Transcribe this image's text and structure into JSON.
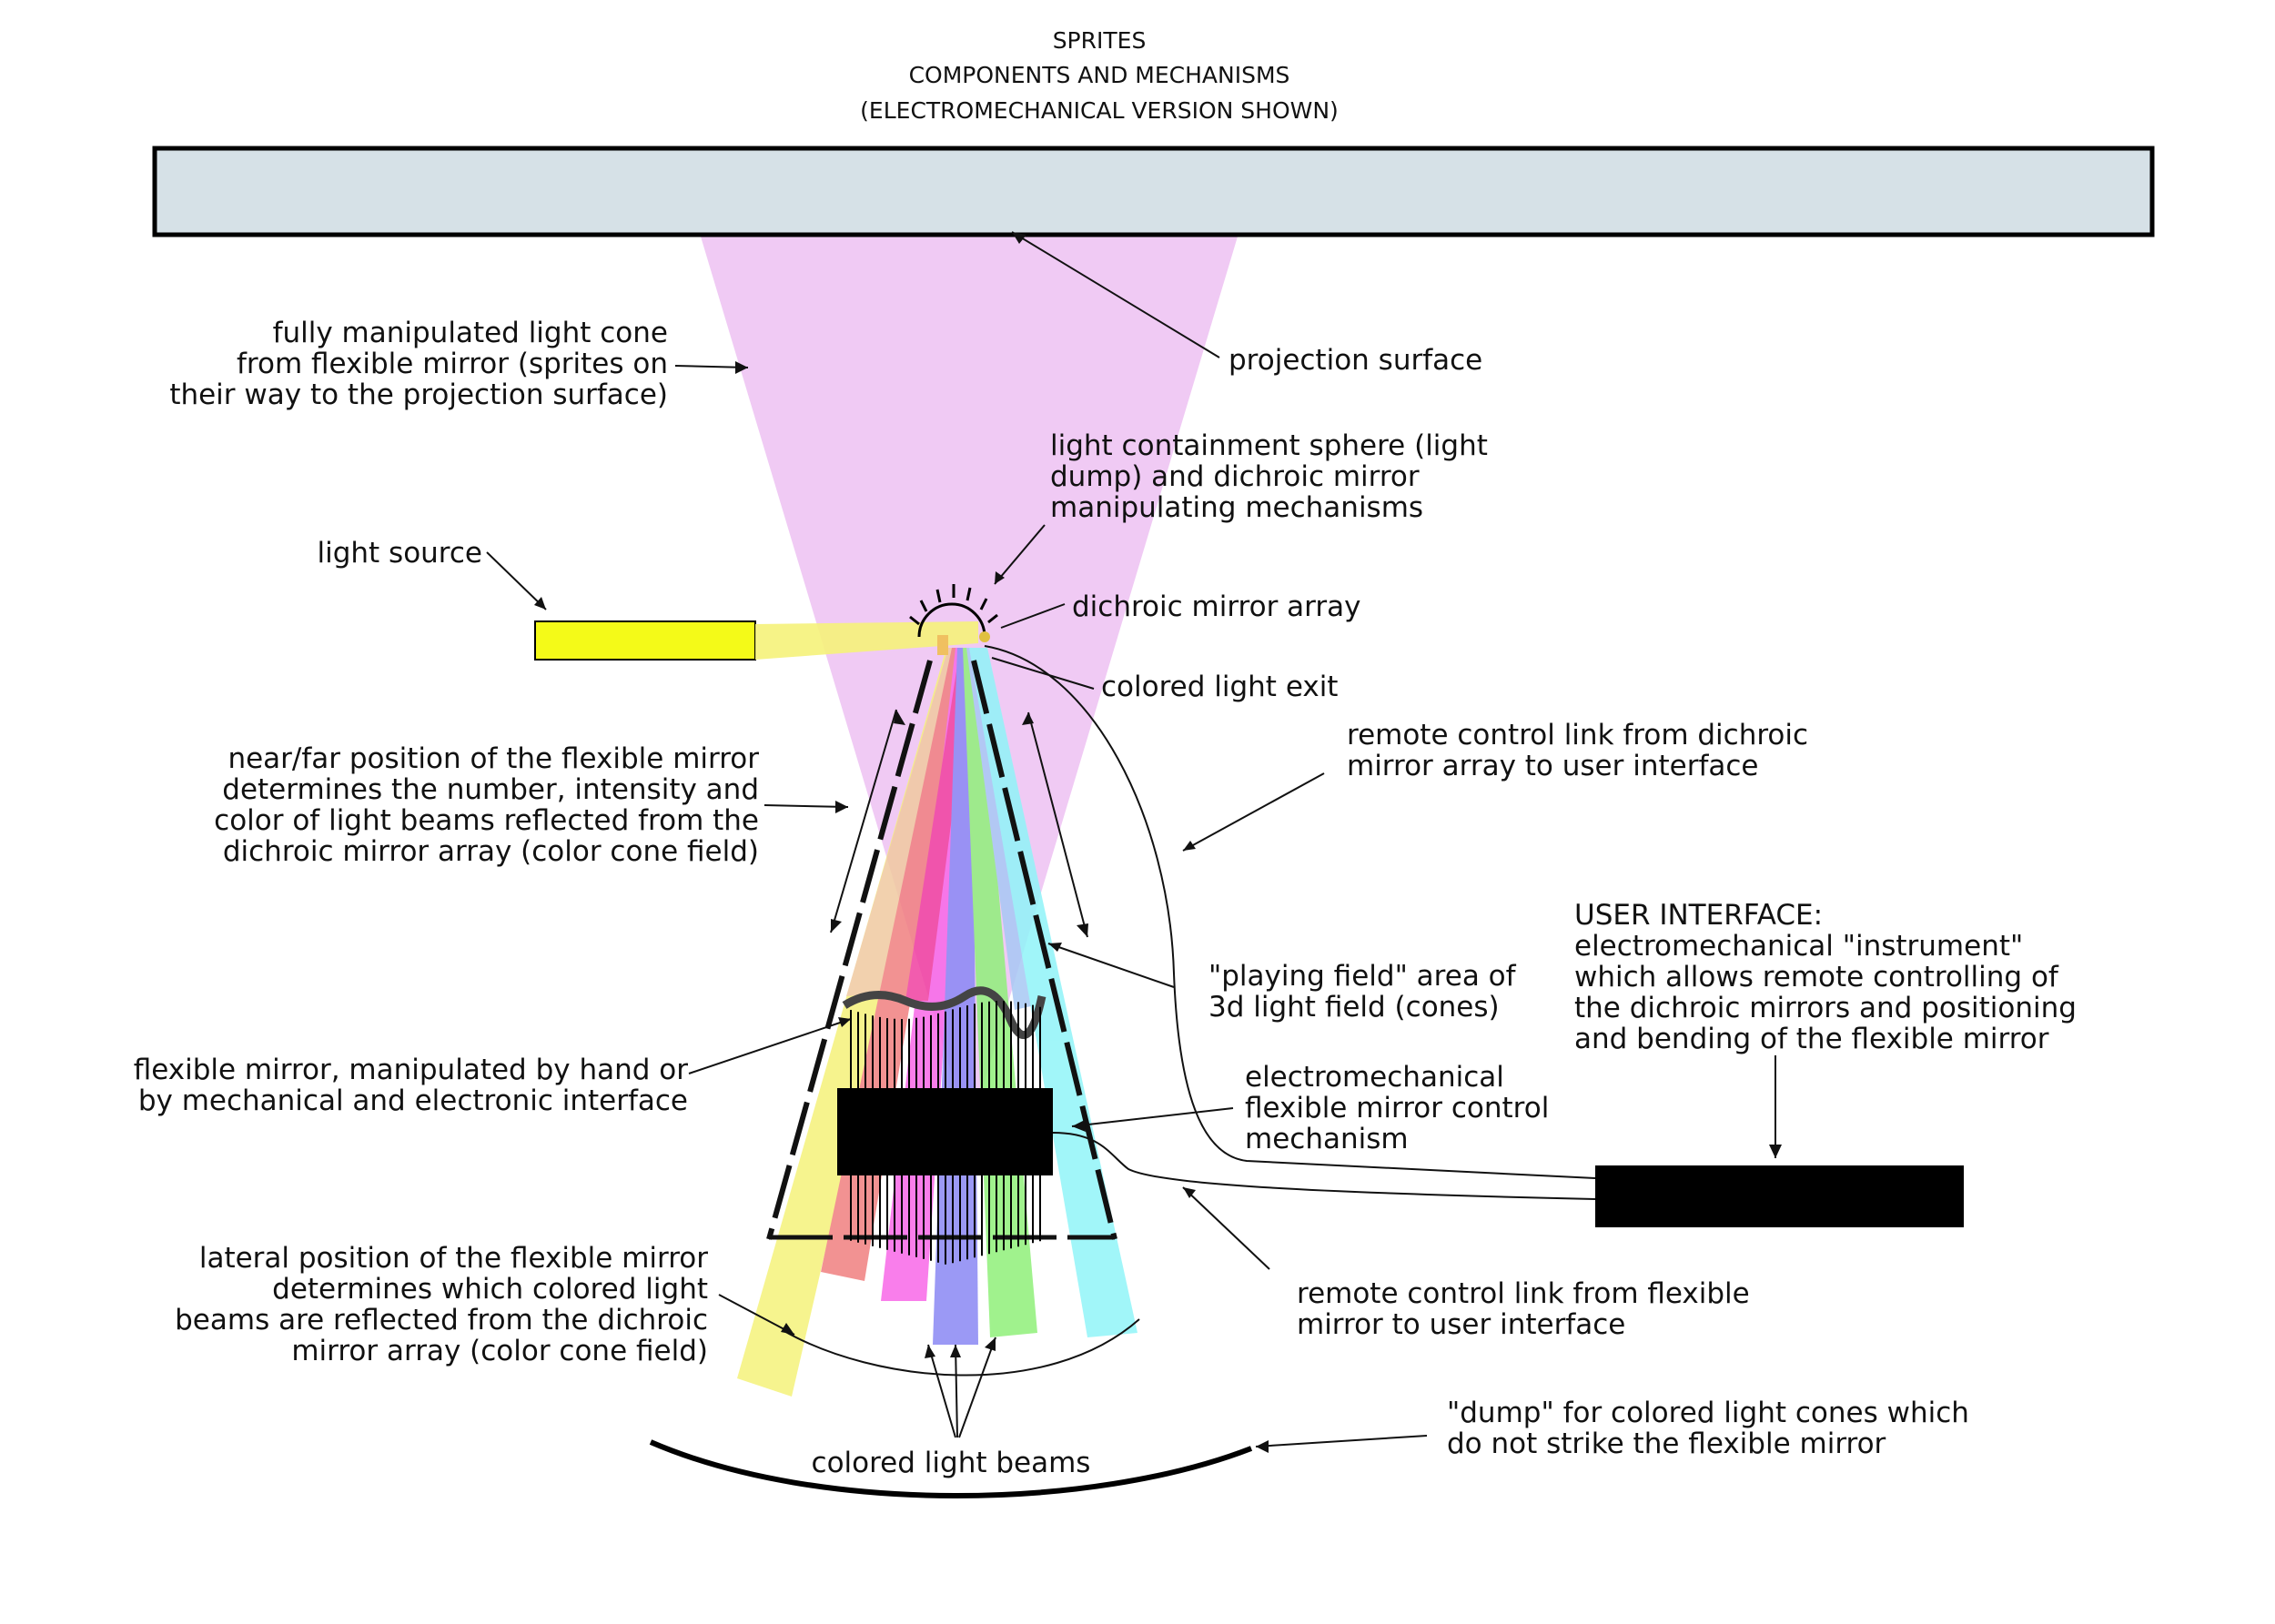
{
  "title": [
    "SPRITES",
    "COMPONENTS AND MECHANISMS",
    "(ELECTROMECHANICAL VERSION SHOWN)"
  ],
  "colors": {
    "projection_surface": "#d6e1e7",
    "light_cone": "#f0caf4",
    "light_source": "#f4fa18",
    "beam_yellow": "#f5f27a",
    "beam_orange": "#f0c9a0",
    "beam_red": "#f08080",
    "beam_magenta": "#f868e8",
    "beam_blue": "#8a88f4",
    "beam_green": "#90f07a",
    "beam_cyan": "#90f4f8",
    "beam_lightblue": "#a8c8f4",
    "beam_pink": "#f040a0",
    "black": "#000000"
  },
  "labels": {
    "projection_surface": [
      "projection surface"
    ],
    "light_cone": [
      "fully manipulated light cone",
      "from flexible mirror (sprites on",
      "their way to the projection surface)"
    ],
    "containment_sphere": [
      "light containment sphere (light",
      "dump) and dichroic mirror",
      "manipulating mechanisms"
    ],
    "light_source": [
      "light source"
    ],
    "dichroic_array": [
      "dichroic mirror array"
    ],
    "colored_exit": [
      "colored light exit"
    ],
    "remote_dichroic": [
      "remote control link from dichroic",
      "mirror array to user interface"
    ],
    "near_far": [
      "near/far position of the flexible mirror",
      "determines the number, intensity and",
      "color of light beams reflected from the",
      "dichroic mirror array (color cone field)"
    ],
    "user_interface": [
      "USER INTERFACE:",
      "electromechanical \"instrument\"",
      "which allows remote controlling of",
      "the dichroic mirrors and positioning",
      "and bending of the flexible mirror"
    ],
    "playing_field": [
      "\"playing field\" area of",
      "3d light field (cones)"
    ],
    "flexible_mirror": [
      "flexible mirror, manipulated by hand or",
      "by mechanical and electronic interface"
    ],
    "control_mechanism": [
      "electromechanical",
      "flexible mirror control",
      "mechanism"
    ],
    "lateral": [
      "lateral position of the flexible mirror",
      "determines which colored light",
      "beams are reflected from the dichroic",
      "mirror array (color cone field)"
    ],
    "remote_flexible": [
      "remote control link from flexible",
      "mirror to user interface"
    ],
    "dump": [
      "\"dump\" for colored light cones which",
      "do not strike the flexible mirror"
    ],
    "colored_beams": [
      "colored light beams"
    ]
  }
}
